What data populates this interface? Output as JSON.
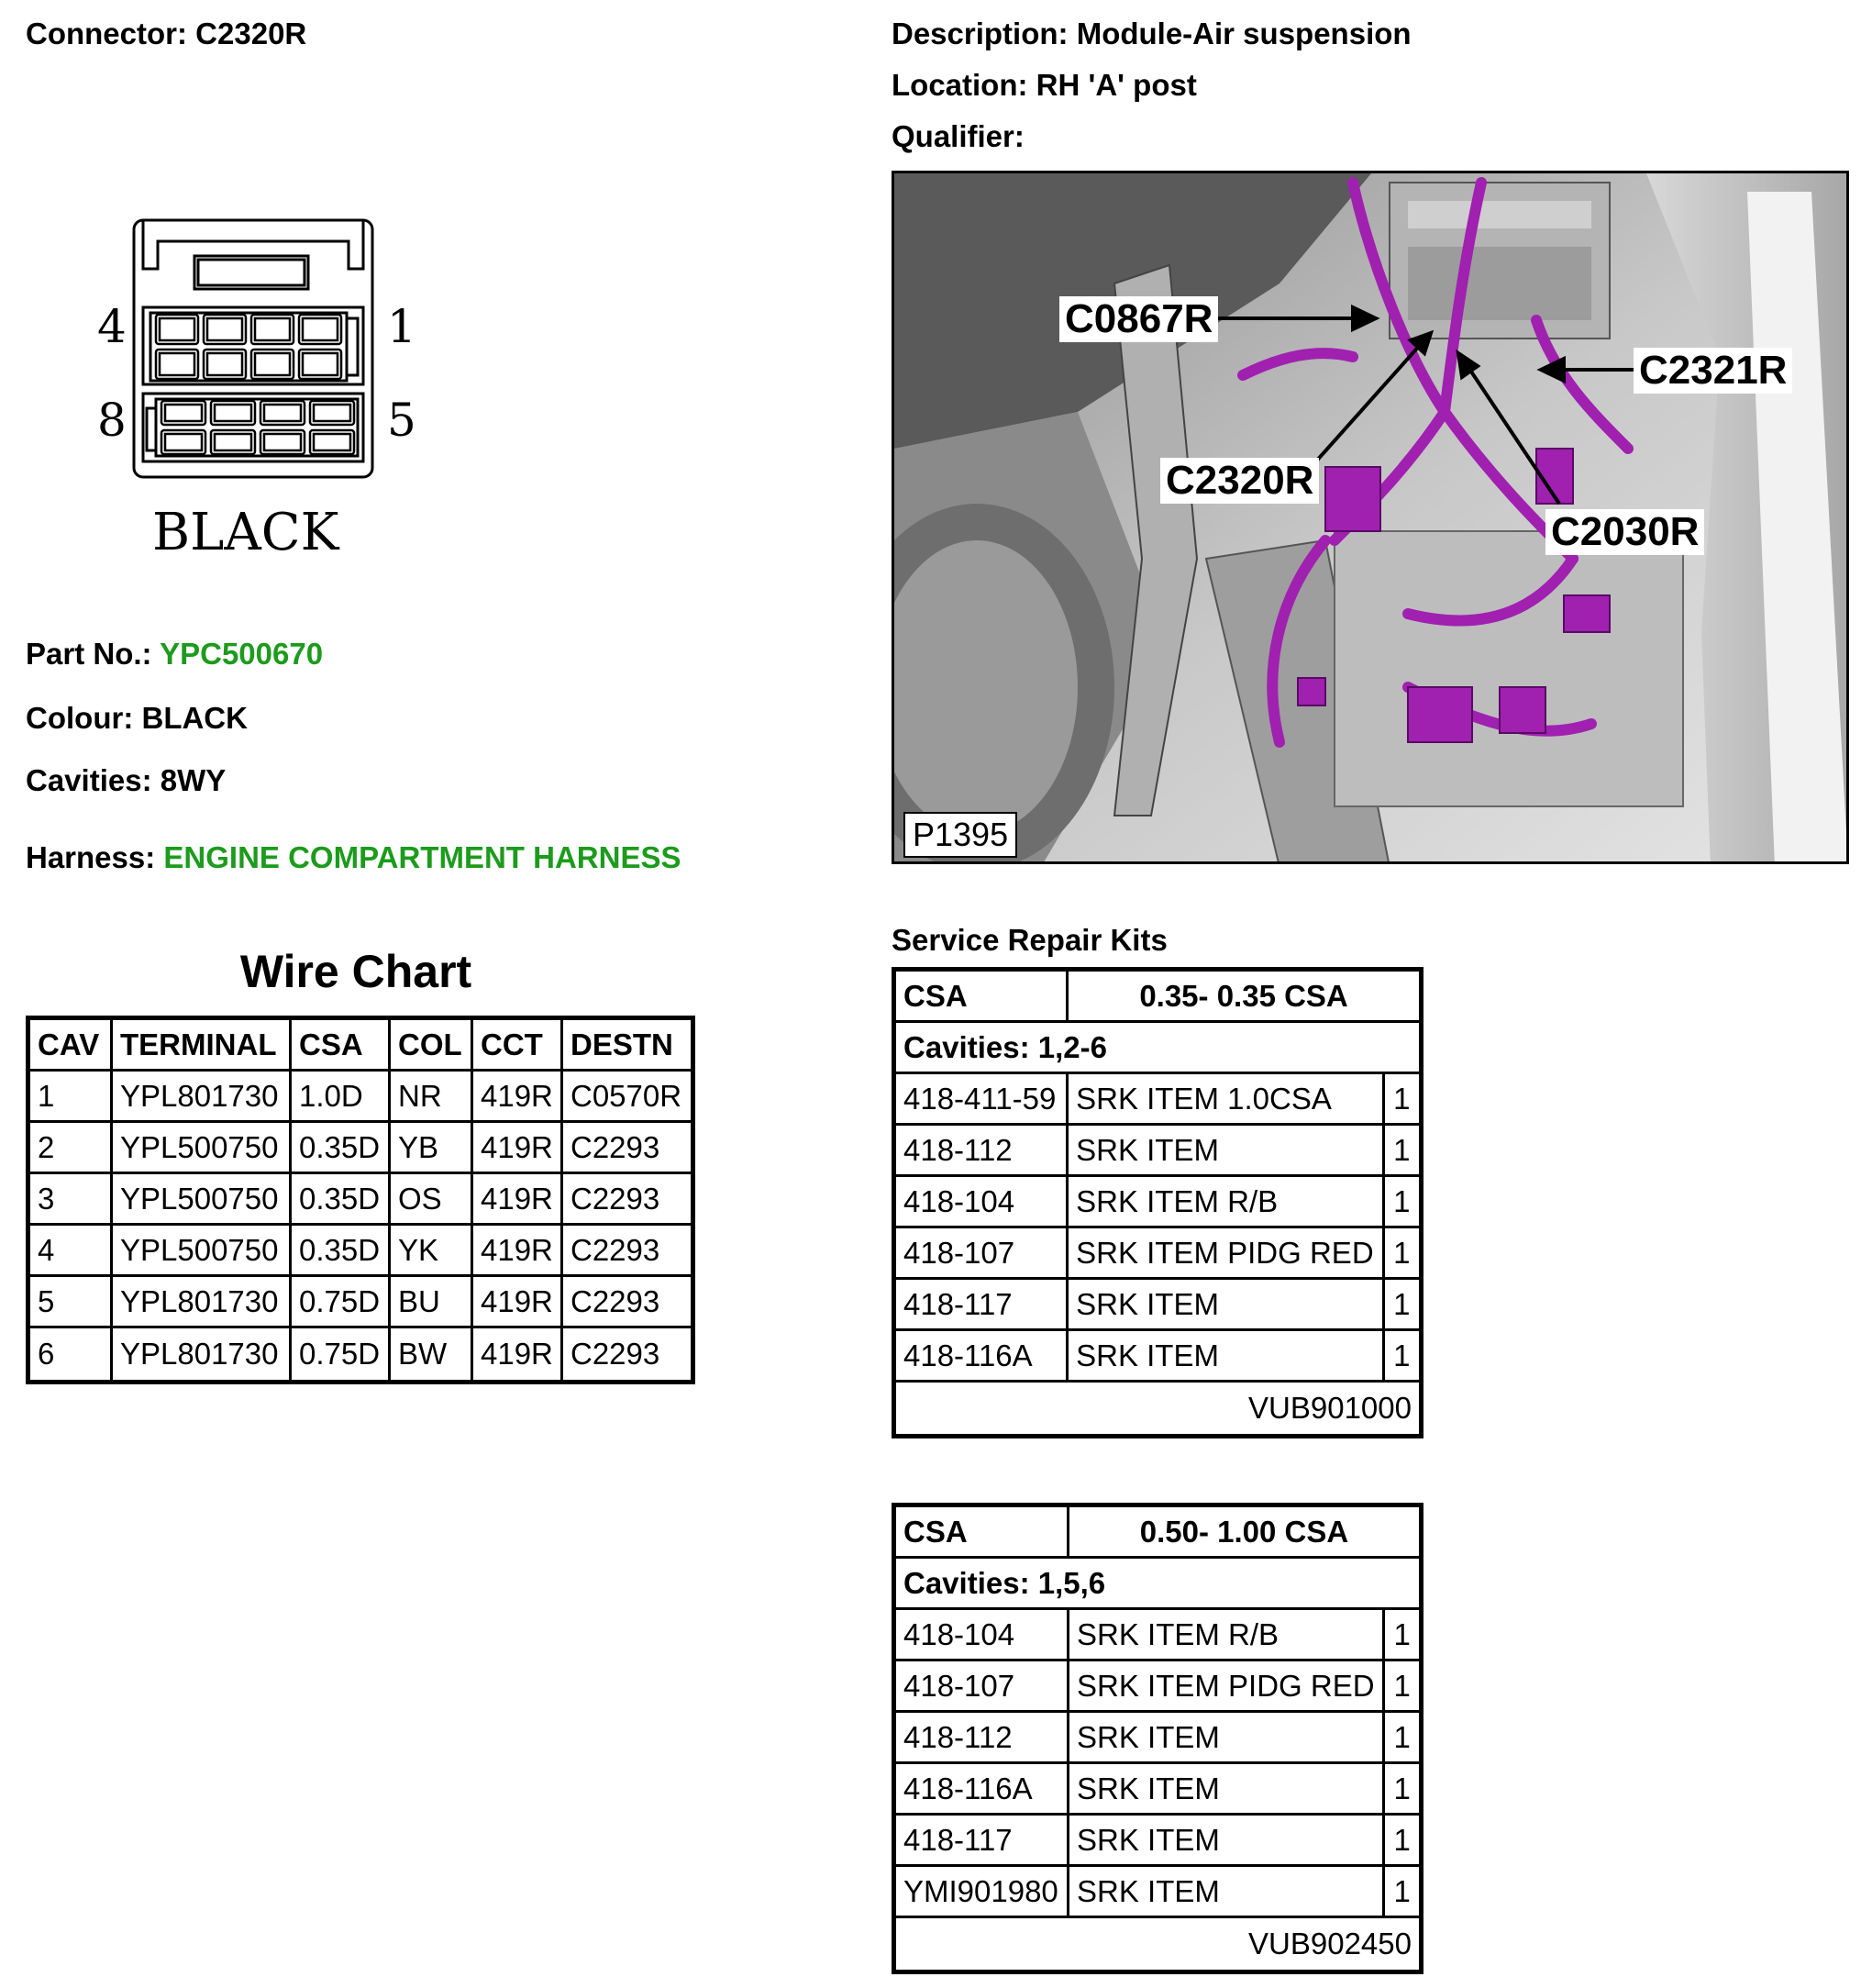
{
  "header": {
    "connector_label": "Connector:",
    "connector_value": "C2320R",
    "description_label": "Description:",
    "description_value": "Module-Air suspension",
    "location_label": "Location:",
    "location_value": "RH 'A' post",
    "qualifier_label": "Qualifier:",
    "qualifier_value": ""
  },
  "connector_diagram": {
    "pin_top_left": "4",
    "pin_top_right": "1",
    "pin_bottom_left": "8",
    "pin_bottom_right": "5",
    "colour_label": "BLACK"
  },
  "details": {
    "part_no_label": "Part No.:",
    "part_no_value": "YPC500670",
    "colour_label": "Colour:",
    "colour_value": "BLACK",
    "cavities_label": "Cavities:",
    "cavities_value": "8WY",
    "harness_label": "Harness:",
    "harness_value": "ENGINE COMPARTMENT HARNESS",
    "link_color": "#1c9b1c"
  },
  "wire_chart": {
    "title": "Wire Chart",
    "columns": [
      "CAV",
      "TERMINAL",
      "CSA",
      "COL",
      "CCT",
      "DESTN"
    ],
    "rows": [
      [
        "1",
        "YPL801730",
        "1.0D",
        "NR",
        "419R",
        "C0570R"
      ],
      [
        "2",
        "YPL500750",
        "0.35D",
        "YB",
        "419R",
        "C2293"
      ],
      [
        "3",
        "YPL500750",
        "0.35D",
        "OS",
        "419R",
        "C2293"
      ],
      [
        "4",
        "YPL500750",
        "0.35D",
        "YK",
        "419R",
        "C2293"
      ],
      [
        "5",
        "YPL801730",
        "0.75D",
        "BU",
        "419R",
        "C2293"
      ],
      [
        "6",
        "YPL801730",
        "0.75D",
        "BW",
        "419R",
        "C2293"
      ]
    ]
  },
  "photo": {
    "callouts": [
      "C0867R",
      "C2321R",
      "C2320R",
      "C2030R"
    ],
    "photo_id": "P1395",
    "harness_color": "#a020b0"
  },
  "service_repair_kits": {
    "title": "Service Repair Kits",
    "kits": [
      {
        "csa_label": "CSA",
        "csa_value": "0.35- 0.35 CSA",
        "cavities": "Cavities: 1,2-6",
        "items": [
          [
            "418-411-59",
            "SRK ITEM 1.0CSA",
            "1"
          ],
          [
            "418-112",
            "SRK ITEM",
            "1"
          ],
          [
            "418-104",
            "SRK ITEM R/B",
            "1"
          ],
          [
            "418-107",
            "SRK ITEM PIDG RED",
            "1"
          ],
          [
            "418-117",
            "SRK ITEM",
            "1"
          ],
          [
            "418-116A",
            "SRK ITEM",
            "1"
          ]
        ],
        "kit_number": "VUB901000"
      },
      {
        "csa_label": "CSA",
        "csa_value": "0.50- 1.00 CSA",
        "cavities": "Cavities: 1,5,6",
        "items": [
          [
            "418-104",
            "SRK ITEM R/B",
            "1"
          ],
          [
            "418-107",
            "SRK ITEM PIDG RED",
            "1"
          ],
          [
            "418-112",
            "SRK ITEM",
            "1"
          ],
          [
            "418-116A",
            "SRK ITEM",
            "1"
          ],
          [
            "418-117",
            "SRK ITEM",
            "1"
          ],
          [
            "YMI901980",
            "SRK ITEM",
            "1"
          ]
        ],
        "kit_number": "VUB902450"
      }
    ]
  }
}
